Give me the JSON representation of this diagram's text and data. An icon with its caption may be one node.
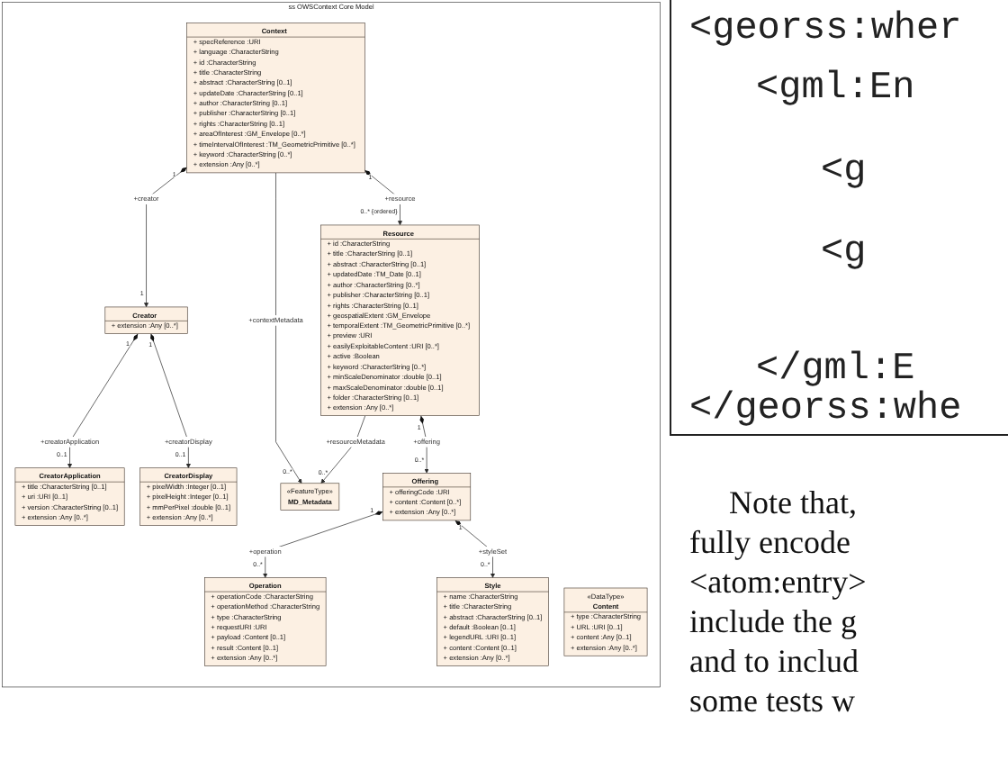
{
  "diagram": {
    "nodes": [
      {
        "text": [
          "ss OWSContext Core Model"
        ]
      },
      {
        "text": [
          "Context",
          "+ specReference :URI",
          "+ language :CharacterString",
          "+ id :CharacterString",
          "+ title :CharacterString",
          "+ abstract :CharacterString [0..1]",
          "+ updateDate :CharacterString [0..1]",
          "+ author :CharacterString [0..1]",
          "+ publisher :CharacterString [0..1]",
          "+ rights :CharacterString [0..1]",
          "+ areaOfInterest :GM_Envelope [0..*]",
          "+ timeIntervalOfInterest :TM_GeometricPrimitive [0..*]",
          "+ keyword :CharacterString [0..*]",
          "+ extension :Any [0..*]"
        ],
        "in": 0
      },
      {
        "text": [
          "Creator",
          "+ extension :Any [0..*]"
        ],
        "in": 0
      },
      {
        "text": [
          "CreatorApplication",
          "+ title :CharacterString [0..1]",
          "+ uri :URI [0..1]",
          "+ version :CharacterString [0..1]",
          "+ extension :Any [0..*]"
        ],
        "in": 0
      },
      {
        "text": [
          "CreatorDisplay",
          "+ pixelWidth :Integer [0..1]",
          "+ pixelHeight :Integer [0..1]",
          "+ mmPerPixel :double [0..1]",
          "+ extension :Any [0..*]"
        ],
        "in": 0
      },
      {
        "text": [
          "«DataType»",
          "Content",
          "+ type :CharacterString",
          "+ URL :URI [0..1]",
          "+ content :Any [0..1]",
          "+ extension :Any [0..*]"
        ],
        "in": 0
      },
      {
        "text": [
          "Offering",
          "+ offeringCode :URI",
          "+ content :Content [0..*]",
          "+ extension :Any [0..*]"
        ],
        "in": 0
      },
      {
        "text": [
          "«FeatureType»",
          "MD_Metadata"
        ],
        "in": 0
      },
      {
        "text": [
          "Resource",
          "+ id :CharacterString",
          "+ title :CharacterString [0..1]",
          "+ abstract :CharacterString [0..1]",
          "+ updatedDate :TM_Date [0..1]",
          "+ author :CharacterString [0..*]",
          "+ publisher :CharacterString [0..1]",
          "+ rights :CharacterString [0..1]",
          "+ geospatialExtent :GM_Envelope",
          "+ temporalExtent :TM_GeometricPrimitive [0..*]",
          "+ preview :URI",
          "+ easilyExploitableContent :URI [0..*]",
          "+ active :Boolean",
          "+ keyword :CharacterString [0..*]",
          "+ minScaleDenominator :double [0..1]",
          "+ maxScaleDenominator :double [0..1]",
          "+ folder :CharacterString [0..1]",
          "+ extension :Any [0..*]"
        ],
        "in": 0
      },
      {
        "text": [
          "Operation",
          "+ operationCode :CharacterString",
          "+ operationMethod :CharacterString",
          "+ type :CharacterString",
          "+ requestURI :URI",
          "+ payload :Content [0..1]",
          "+ result :Content [0..1]",
          "+ extension :Any [0..*]"
        ],
        "in": 0
      },
      {
        "text": [
          "Style",
          "+ name :CharacterString",
          "+ title :CharacterString",
          "+ abstract :CharacterString [0..1]",
          "+ default :Boolean [0..1]",
          "+ legendURL :URI [0..1]",
          "+ content :Content [0..1]",
          "+ extension :Any [0..*]"
        ],
        "in": 0
      }
    ],
    "edges": [
      {
        "from": 1,
        "to": 2,
        "arrow": "to",
        "label": "+creator"
      },
      {
        "from": 2,
        "to": 3,
        "arrow": "to",
        "label": "+creatorApplication"
      },
      {
        "from": 2,
        "to": 4,
        "arrow": "to",
        "label": "+creatorDisplay"
      },
      {
        "from": 1,
        "to": 7,
        "arrow": "to",
        "label": "+contextMetadata"
      },
      {
        "from": 1,
        "to": 8,
        "arrow": "to",
        "label": "+resource"
      },
      {
        "from": 8,
        "to": 7,
        "arrow": "to",
        "label": "+resourceMetadata"
      },
      {
        "from": 8,
        "to": 6,
        "arrow": "to",
        "label": "+offering"
      },
      {
        "from": 6,
        "to": 9,
        "arrow": "to",
        "label": "+operation"
      },
      {
        "from": 6,
        "to": 10,
        "arrow": "to",
        "label": "+styleSet"
      }
    ],
    "labels": [
      "1",
      "1",
      "1",
      "1",
      "0..1",
      "0..1",
      "1",
      "0..*",
      "0..*",
      "1",
      "0..*",
      "1",
      "0..*",
      "0..* {ordered}",
      "1",
      "0..*",
      "<georss:wher",
      "<gml:En",
      "<g",
      "<g",
      "</gml:E",
      "</georss:whe",
      "Note that, fully encode <atom:entry> include the g and to includ some tests w"
    ]
  }
}
